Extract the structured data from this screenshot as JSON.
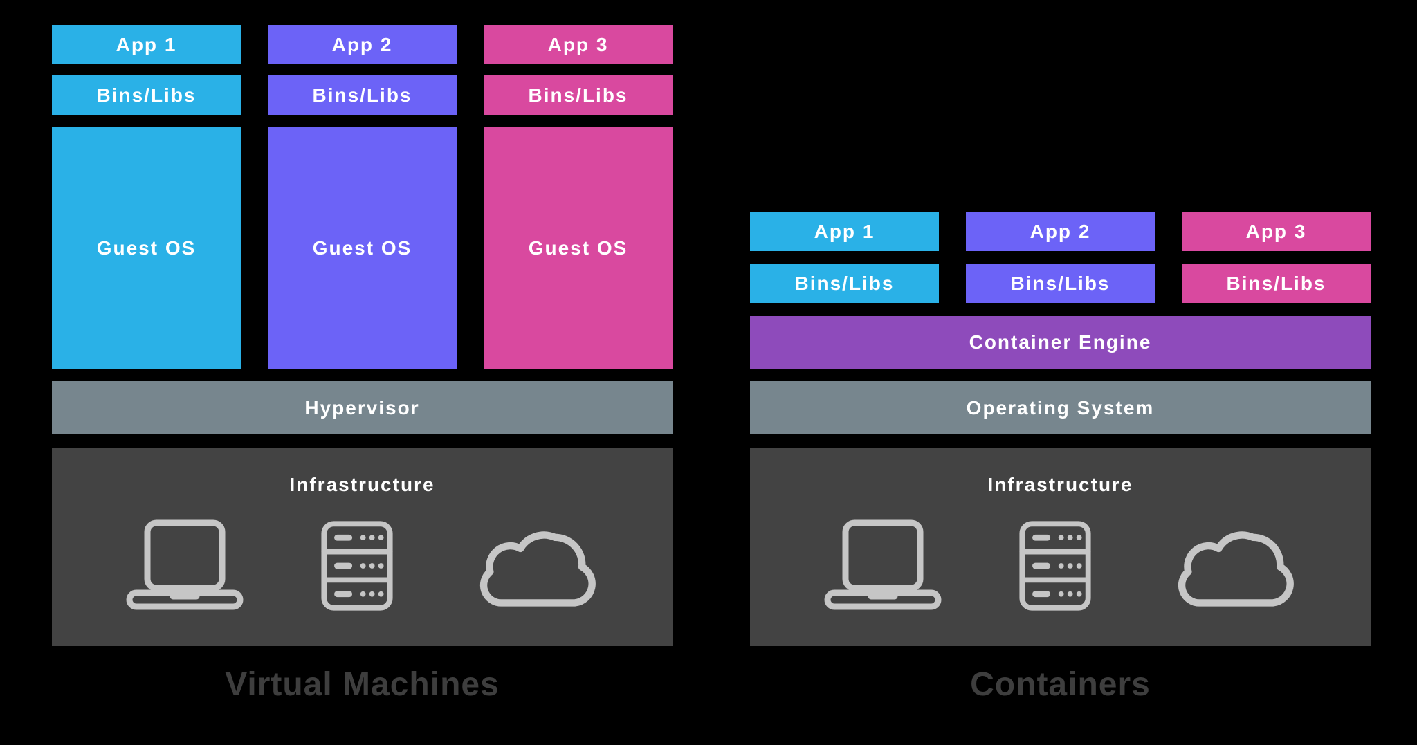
{
  "background": "#000000",
  "colors": {
    "app1_cyan": "#2AB1E7",
    "app2_violet": "#6C63F7",
    "app3_magenta": "#D9499F",
    "container_engine_purple": "#8E4BBB",
    "system_bar_gray": "#77868E",
    "infrastructure_gray": "#434343",
    "icon_gray": "#C6C6C6",
    "caption_gray": "#3E3E3E",
    "label_white": "#FFFFFF"
  },
  "vm": {
    "title": "Virtual Machines",
    "columns": [
      {
        "app": "App 1",
        "bins": "Bins/Libs",
        "guest_os": "Guest OS"
      },
      {
        "app": "App 2",
        "bins": "Bins/Libs",
        "guest_os": "Guest OS"
      },
      {
        "app": "App 3",
        "bins": "Bins/Libs",
        "guest_os": "Guest OS"
      }
    ],
    "hypervisor": "Hypervisor",
    "infrastructure": "Infrastructure"
  },
  "containers": {
    "title": "Containers",
    "columns": [
      {
        "app": "App 1",
        "bins": "Bins/Libs"
      },
      {
        "app": "App 2",
        "bins": "Bins/Libs"
      },
      {
        "app": "App 3",
        "bins": "Bins/Libs"
      }
    ],
    "engine": "Container Engine",
    "operating_system": "Operating System",
    "infrastructure": "Infrastructure"
  },
  "icons": [
    "laptop-icon",
    "server-icon",
    "cloud-icon"
  ]
}
